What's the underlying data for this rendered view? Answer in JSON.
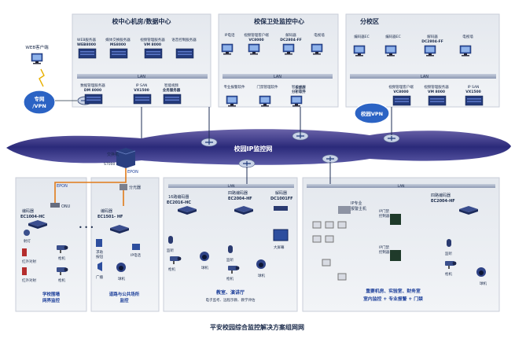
{
  "top": {
    "dc_title": "校中心机房/数据中心",
    "security_title": "校保卫处监控中心",
    "branch_title": "分校区",
    "web_client": "WEB客户端",
    "vpn": "专网\n/VPN",
    "dc_devices": [
      {
        "name": "WEB服务器",
        "sub": "WEB8000"
      },
      {
        "name": "媒体交换服务器",
        "sub": "MS8000"
      },
      {
        "name": "视频管理服务器",
        "sub": "VM 8000"
      },
      {
        "name": "语音控制服务器",
        "sub": ""
      }
    ],
    "dc_lan": "LAN",
    "dc_lower": [
      {
        "name": "数据管理服务器",
        "sub": "DM 8000"
      },
      {
        "name": "IP SAN",
        "sub": "VX1500"
      },
      {
        "name": "智能视频",
        "sub": "业务服务器"
      }
    ],
    "sec_devices": [
      {
        "name": "IP电话",
        "sub": ""
      },
      {
        "name": "视频管理客户端",
        "sub": "VC8000"
      },
      {
        "name": "解码器",
        "sub": "DC2804-FF"
      },
      {
        "name": "电视墙",
        "sub": ""
      }
    ],
    "sec_lan": "LAN",
    "sec_lower": [
      {
        "name": "专业报警软件",
        "sub": ""
      },
      {
        "name": "门禁管理软件",
        "sub": ""
      },
      {
        "name": "智能视频",
        "sub": "分析软件"
      }
    ],
    "sec_keyboard": "多键盘",
    "branch_devices": [
      {
        "name": "编码器EC",
        "sub": ""
      },
      {
        "name": "编码器EC",
        "sub": ""
      },
      {
        "name": "解码器",
        "sub": "DC2804-FF"
      },
      {
        "name": "电视墙",
        "sub": ""
      }
    ],
    "branch_lan": "LAN",
    "branch_vpn": "校园VPN",
    "branch_lower": [
      {
        "name": "视频管理客户端",
        "sub": "VC8000"
      },
      {
        "name": "视频管理服务器",
        "sub": "VM 8000"
      },
      {
        "name": "IP SAN",
        "sub": "VX1500"
      }
    ]
  },
  "cloud": {
    "label": "校园IP监控网",
    "switch": "交换机",
    "switch_sub": "S7000",
    "epon": "EPON"
  },
  "bottom": {
    "epon_label": "EPON",
    "splitter": "分光器",
    "onu": "ONU",
    "sections": [
      {
        "title": "学校围墙\n网界监控",
        "encoder": "编码器",
        "encoder_sub": "EC1004-HC",
        "items": [
          "射灯",
          "红外对射",
          "红外对射",
          "枪机",
          "枪机"
        ]
      },
      {
        "title": "道路与公共场所\n监控",
        "encoder": "编码器",
        "encoder_sub": "EC1501- HF",
        "items": [
          "求助\n按钮",
          "广播",
          "IP电话",
          "球机"
        ]
      },
      {
        "title": "教室、演讲厅",
        "subtitle": "电子监考、远程示教、教学评估",
        "encoder": "16路编码器",
        "encoder_sub": "EC2016-HC",
        "encoder2": "四路编码器",
        "encoder2_sub": "EC2004-HF",
        "decoder": "解码器",
        "decoder_sub": "DC1001FF",
        "items": [
          "监听",
          "枪机",
          "球机",
          "监听",
          "枪机",
          "球机",
          "大屏幕"
        ]
      },
      {
        "title": "重要机房、实验室、财务室\n室内监控 + 专业报警 + 门禁",
        "encoder": "四路编码器",
        "encoder_sub": "EC2004-HF",
        "alarm": "IP专业\n报警主机",
        "door1": "IP门禁\n控制器",
        "door2": "IP门禁\n控制器",
        "items": [
          "监听",
          "枪机",
          "球机"
        ]
      }
    ],
    "lan": "LAN"
  },
  "caption": "平安校园综合监控解决方案组网网"
}
